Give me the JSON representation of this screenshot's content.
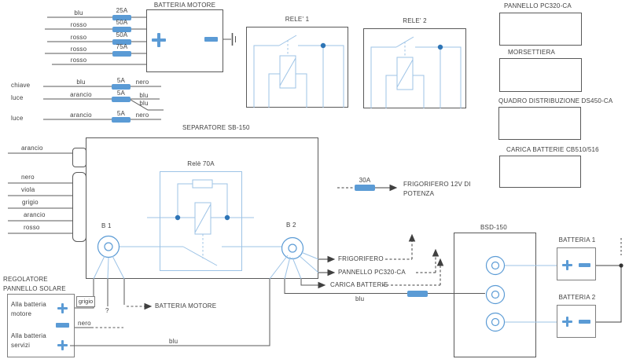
{
  "colors": {
    "fuse_blue": "#5B9BD5",
    "light_blue": "#9DC3E6",
    "dot_blue": "#2E75B6",
    "wire_grey": "#595959",
    "text_grey": "#3F3F3F"
  },
  "battery_feed": {
    "title": "BATTERIA MOTORE",
    "rows": [
      {
        "wire": "blu",
        "fuse": "25A"
      },
      {
        "wire": "rosso",
        "fuse": "50A"
      },
      {
        "wire": "rosso",
        "fuse": "50A"
      },
      {
        "wire": "rosso",
        "fuse": "75A"
      },
      {
        "wire": "rosso",
        "fuse": ""
      }
    ]
  },
  "switch_rows": {
    "row1": {
      "label": "chiave",
      "wire": "blu",
      "fuse": "5A",
      "out": "nero"
    },
    "row2": {
      "label": "luce",
      "wire": "arancio",
      "fuse": "5A",
      "out_a": "blu",
      "out_b": "blu"
    },
    "row3": {
      "label": "luce",
      "wire": "arancio",
      "fuse": "5A",
      "out": "nero"
    }
  },
  "relays": {
    "relay1": "RELE' 1",
    "relay2": "RELE' 2"
  },
  "right_column": {
    "boxes": [
      {
        "label": "PANNELLO PC320-CA"
      },
      {
        "label": "MORSETTIERA"
      },
      {
        "label": "QUADRO DISTRIBUZIONE DS450-CA"
      },
      {
        "label": "CARICA BATTERIE CB510/516"
      }
    ]
  },
  "left_wires": {
    "single": "arancio",
    "group": [
      "nero",
      "viola",
      "grigio",
      "arancio",
      "rosso"
    ]
  },
  "separator": {
    "title": "SEPARATORE SB-150",
    "relay_label": "Relè 70A",
    "b1": "B 1",
    "b2": "B 2"
  },
  "fridge_power": {
    "fuse": "30A",
    "line1": "FRIGORIFERO 12V DI",
    "line2": "POTENZA"
  },
  "b2_outputs": {
    "frigorifero": "FRIGORIFERO",
    "pannello": "PANNELLO PC320-CA",
    "carica": "CARICA BATTERIE"
  },
  "bottom_left": {
    "regulator_title1": "REGOLATORE",
    "regulator_title2": "PANNELLO SOLARE",
    "to_motor_1": "Alla batteria",
    "to_motor_2": "motore",
    "to_services_1": "Alla batteria",
    "to_services_2": "servizi",
    "grigio": "grigio",
    "question": "?",
    "battery_motor_arrow": "BATTERIA MOTORE",
    "nero": "nero",
    "blu_long": "blu"
  },
  "bsd": {
    "title": "BSD-150",
    "blu_mid": "blu"
  },
  "batteries": [
    {
      "label": "BATTERIA 1"
    },
    {
      "label": "BATTERIA 2"
    }
  ]
}
